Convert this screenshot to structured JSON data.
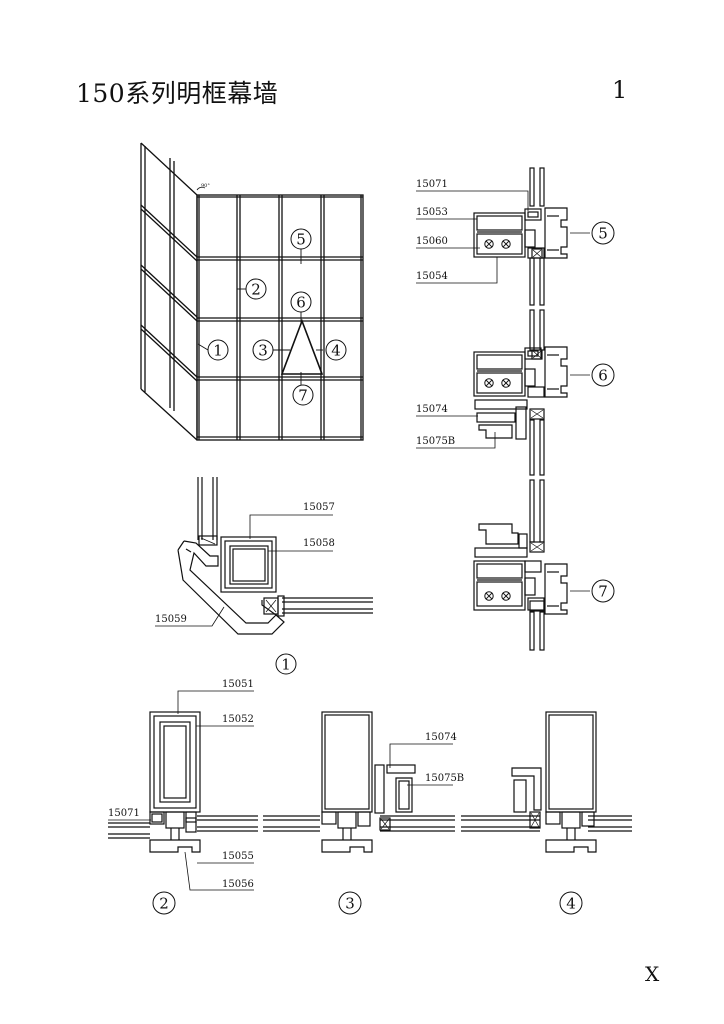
{
  "header": {
    "title": "150系列明框幕墙",
    "page_number": "1"
  },
  "footer": {
    "mark": "X"
  },
  "elevation": {
    "callouts": [
      "1",
      "2",
      "3",
      "4",
      "5",
      "6",
      "7"
    ],
    "angle_mark": "90°"
  },
  "details": {
    "d1": {
      "circle": "1",
      "parts": [
        "15057",
        "15058",
        "15059"
      ]
    },
    "d2": {
      "circle": "2",
      "parts": [
        "15051",
        "15052",
        "15071",
        "15055",
        "15056"
      ]
    },
    "d3": {
      "circle": "3",
      "parts": [
        "15074",
        "15075B"
      ]
    },
    "d4": {
      "circle": "4"
    },
    "d5": {
      "circle": "5",
      "parts": [
        "15071",
        "15053",
        "15060",
        "15054"
      ]
    },
    "d6": {
      "circle": "6",
      "parts": [
        "15074",
        "15075B"
      ]
    },
    "d7": {
      "circle": "7"
    }
  }
}
